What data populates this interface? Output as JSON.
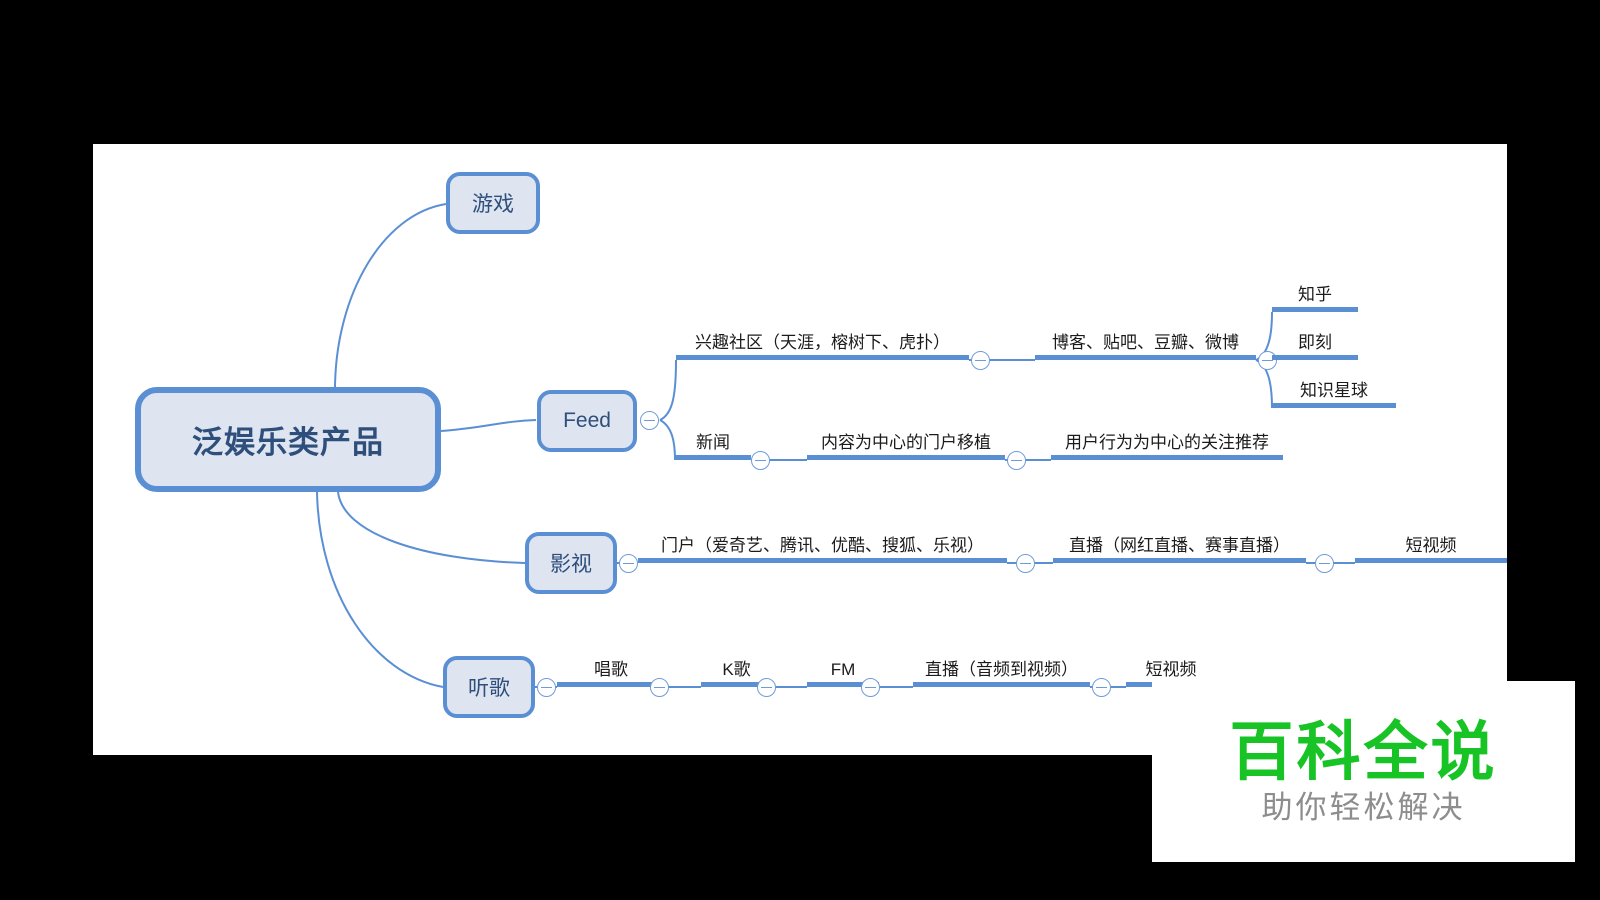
{
  "canvas": {
    "background": "#ffffff",
    "page_background": "#000000"
  },
  "colors": {
    "node_fill": "#dfe5f0",
    "node_border": "#5b8fd4",
    "root_text": "#2e4f7c",
    "branch_bar": "#5b8fd4",
    "edge_line": "#5b8fd4",
    "topic_text": "#1b1b1b",
    "collapse_icon": "#6f9cd8",
    "watermark_green": "#18c425",
    "watermark_gray": "#8d8d8d"
  },
  "root": {
    "label": "泛娱乐类产品"
  },
  "branches": [
    {
      "id": "games",
      "label": "游戏",
      "has_collapse": false
    },
    {
      "id": "feed",
      "label": "Feed",
      "has_collapse": true
    },
    {
      "id": "video",
      "label": "影视",
      "has_collapse": true
    },
    {
      "id": "music",
      "label": "听歌",
      "has_collapse": true
    }
  ],
  "topics": {
    "feed_row1": [
      {
        "label": "兴趣社区（天涯，榕树下、虎扑）",
        "has_collapse": true
      },
      {
        "label": "博客、贴吧、豆瓣、微博",
        "has_collapse": true
      }
    ],
    "feed_row1_leaves": [
      {
        "label": "知乎",
        "has_collapse": false
      },
      {
        "label": "即刻",
        "has_collapse": false
      },
      {
        "label": "知识星球",
        "has_collapse": false
      }
    ],
    "feed_row2": [
      {
        "label": "新闻",
        "has_collapse": true
      },
      {
        "label": "内容为中心的门户移植",
        "has_collapse": true
      },
      {
        "label": "用户行为为中心的关注推荐",
        "has_collapse": false
      }
    ],
    "video_row": [
      {
        "label": "门户（爱奇艺、腾讯、优酷、搜狐、乐视）",
        "has_collapse": true
      },
      {
        "label": "直播（网红直播、赛事直播）",
        "has_collapse": true
      },
      {
        "label": "短视频",
        "has_collapse": false
      }
    ],
    "music_row": [
      {
        "label": "唱歌",
        "has_collapse": true
      },
      {
        "label": "K歌",
        "has_collapse": true
      },
      {
        "label": "FM",
        "has_collapse": true
      },
      {
        "label": "直播（音频到视频）",
        "has_collapse": true
      },
      {
        "label": "短视频",
        "has_collapse": false
      }
    ]
  },
  "watermark": {
    "main": "百科全说",
    "sub": "助你轻松解决"
  }
}
